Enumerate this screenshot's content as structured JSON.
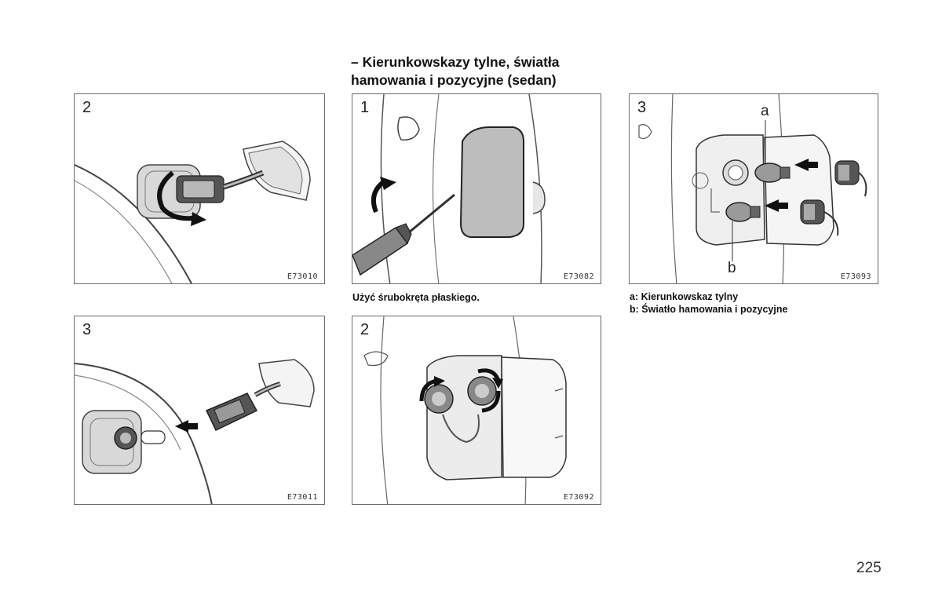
{
  "heading": {
    "line1": "– Kierunkowskazy tylne, światła",
    "line2": "hamowania i pozycyjne (sedan)"
  },
  "figures": [
    {
      "step": "2",
      "code": "E73010"
    },
    {
      "step": "1",
      "code": "E73082"
    },
    {
      "step": "3",
      "code": "E73093",
      "label_a": "a",
      "label_b": "b"
    },
    {
      "step": "3",
      "code": "E73011"
    },
    {
      "step": "2",
      "code": "E73092"
    }
  ],
  "captions": {
    "middle": "Użyć śrubokręta płaskiego.",
    "right_a": "a: Kierunkowskaz tylny",
    "right_b": "b: Światło hamowania i pozycyjne"
  },
  "page_number": "225"
}
